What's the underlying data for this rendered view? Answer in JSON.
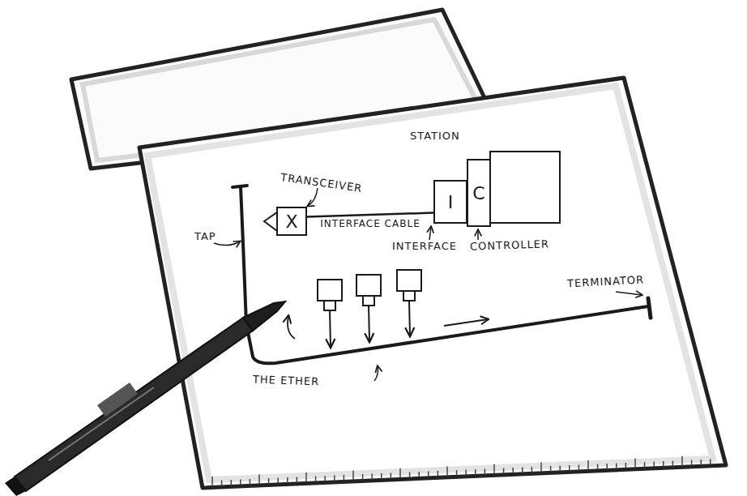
{
  "diagram": {
    "nodes": [
      {
        "text": [
          "X"
        ]
      },
      {
        "text": [
          "I"
        ]
      },
      {
        "text": [
          "C"
        ]
      },
      {
        "text": [
          "STATION"
        ]
      }
    ],
    "edges": [
      {
        "from": 0,
        "to": 1,
        "label": "INTERFACE CABLE",
        "arrow": "none"
      }
    ],
    "labels": [
      "TRANSCEIVER",
      "INTERFACE",
      "CONTROLLER",
      "TAP",
      "TERMINATOR",
      "THE ETHER"
    ]
  }
}
